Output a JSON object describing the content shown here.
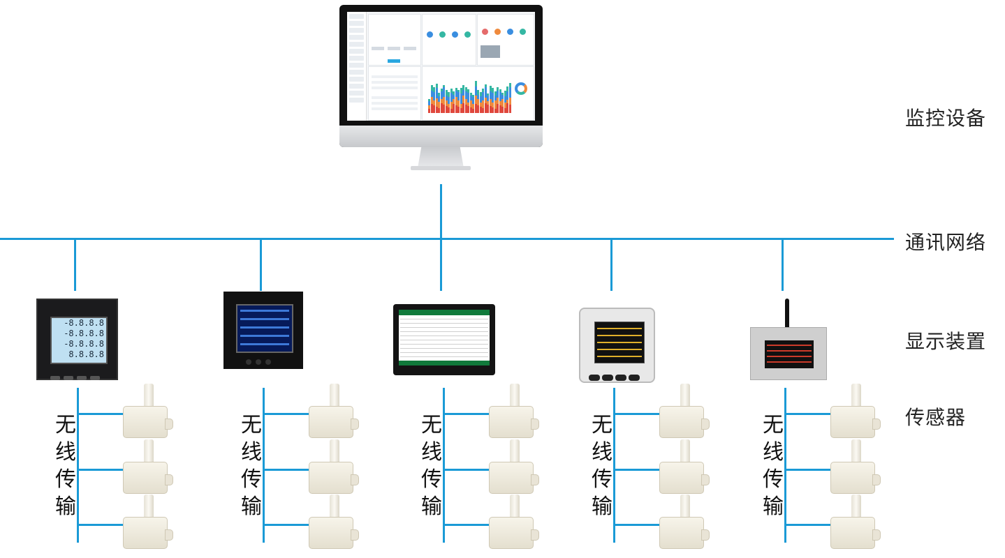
{
  "labels": {
    "monitoring": "监控设备",
    "network": "通讯网络",
    "display": "显示装置",
    "sensor": "传感器"
  },
  "wireless": [
    "无",
    "线",
    "传",
    "输"
  ],
  "icons": {
    "apple": "apple-logo-icon"
  },
  "colors": {
    "line": "#1a9ad6"
  }
}
